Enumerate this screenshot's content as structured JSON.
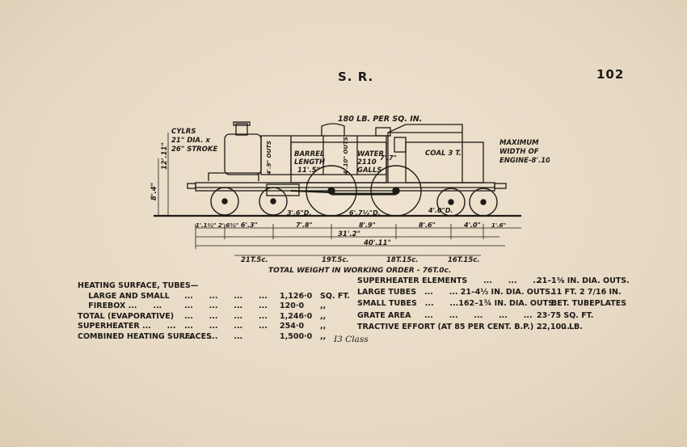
{
  "header": {
    "left": "S. R.",
    "right": "102"
  },
  "drawing_labels": {
    "pressure": "180 LB. PER SQ. IN.",
    "cyl_1": "CYLRS",
    "cyl_2": "21\" DIA. x",
    "cyl_3": "26\" STROKE",
    "max_1": "MAXIMUM",
    "max_2": "WIDTH OF",
    "max_3": "ENGINE-8'.10\"",
    "barrel_1": "BARREL",
    "barrel_2": "LENGTH",
    "barrel_3": "11'.5\"",
    "water_1": "WATER",
    "water_2": "2110",
    "water_3": "GALLS",
    "coal": "COAL 3 T.",
    "h_overall": "12'.11\"",
    "h_chimney": "8'.4\"",
    "h_boiler": "4'.9\" OUTS",
    "h_firebox": "4'.10\" OUTS",
    "h_7": "7'.7\"",
    "wheel_bogie": "3'.6\"D.",
    "wheel_coupled": "6'.7½\"D.",
    "wheel_trailing": "4'.0\"D.",
    "dims_1": "1'.1½\" 2'.6½\"",
    "dim_63": "6'.3\"",
    "dim_78": "7'.8\"",
    "dim_89": "8'.9\"",
    "dim_86": "8'.6\"",
    "dim_40": "4'.0\"",
    "dim_1_6": "1'.6\"",
    "wheelbase": "31'.2\"",
    "overall": "40'.11\"",
    "wt_1": "21T.5c.",
    "wt_2": "19T.5c.",
    "wt_3": "18T.15c.",
    "wt_4": "16T.15c.",
    "total_weight": "TOTAL WEIGHT IN WORKING ORDER - 76T.0c."
  },
  "specs_left": [
    {
      "label": "HEATING SURFACE, TUBES—",
      "dots": "",
      "value": "",
      "unit": ""
    },
    {
      "label": "    LARGE AND SMALL",
      "dots": "...      ...      ...      ...",
      "value": "1,126·0",
      "unit": "SQ. FT."
    },
    {
      "label": "    FIREBOX ...      ...",
      "dots": "...      ...      ...      ...",
      "value": "120·0",
      "unit": ",,"
    },
    {
      "label": "TOTAL (EVAPORATIVE)",
      "dots": "...      ...      ...      ...",
      "value": "1,246·0",
      "unit": ",,"
    },
    {
      "label": "SUPERHEATER ...      ...",
      "dots": "...      ...      ...      ...",
      "value": "254·0",
      "unit": ",,"
    },
    {
      "label": "COMBINED HEATING SURFACES",
      "dots": "...      ...      ...",
      "value": "1,500·0",
      "unit": ",,"
    }
  ],
  "specs_right": [
    {
      "label": "SUPERHEATER ELEMENTS      ...      ...      ...",
      "value": "21–1⅜ IN. DIA. OUTS."
    },
    {
      "label": "LARGE TUBES   ...      ... 21–4½ IN. DIA. OUTS.",
      "value": "11 FT. 2 7/16 IN."
    },
    {
      "label": "SMALL TUBES   ...      ...162–1¾ IN. DIA. OUTS.",
      "value": "BET. TUBEPLATES"
    },
    {
      "label": "GRATE AREA     ...      ...      ...      ...      ...",
      "value": "23·75 SQ. FT."
    },
    {
      "label": "TRACTIVE EFFORT (AT 85 PER CENT. B.P.) ...      ...",
      "value": "22,100 LB."
    }
  ],
  "caption": "I3 Class"
}
